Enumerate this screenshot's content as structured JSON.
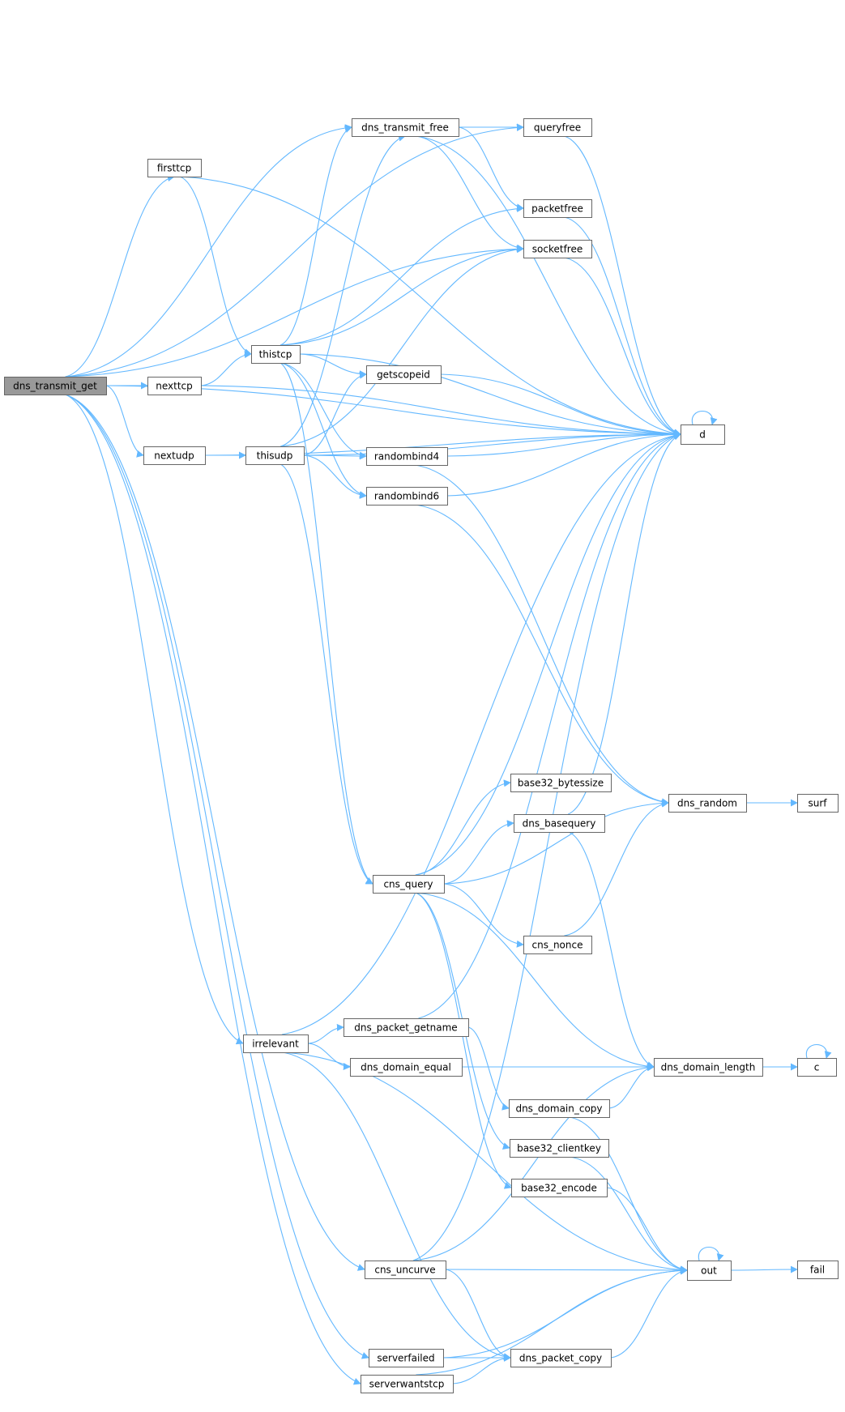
{
  "colors": {
    "edge": "#63b8ff",
    "node_fill": "#ffffff",
    "node_border": "#666666",
    "root_fill": "#999999",
    "text": "#000000"
  },
  "graph": {
    "root": "dns_transmit_get",
    "nodes": [
      {
        "id": "dns_transmit_get",
        "label": "dns_transmit_get"
      },
      {
        "id": "d",
        "label": "d"
      },
      {
        "id": "queryfree",
        "label": "queryfree"
      },
      {
        "id": "dns_transmit_free",
        "label": "dns_transmit_free"
      },
      {
        "id": "firsttcp",
        "label": "firsttcp"
      },
      {
        "id": "packetfree",
        "label": "packetfree"
      },
      {
        "id": "socketfree",
        "label": "socketfree"
      },
      {
        "id": "thistcp",
        "label": "thistcp"
      },
      {
        "id": "getscopeid",
        "label": "getscopeid"
      },
      {
        "id": "nexttcp",
        "label": "nexttcp"
      },
      {
        "id": "nextudp",
        "label": "nextudp"
      },
      {
        "id": "thisudp",
        "label": "thisudp"
      },
      {
        "id": "randombind4",
        "label": "randombind4"
      },
      {
        "id": "randombind6",
        "label": "randombind6"
      },
      {
        "id": "base32_bytessize",
        "label": "base32_bytessize"
      },
      {
        "id": "dns_random",
        "label": "dns_random"
      },
      {
        "id": "surf",
        "label": "surf"
      },
      {
        "id": "dns_basequery",
        "label": "dns_basequery"
      },
      {
        "id": "cns_query",
        "label": "cns_query"
      },
      {
        "id": "cns_nonce",
        "label": "cns_nonce"
      },
      {
        "id": "dns_packet_getname",
        "label": "dns_packet_getname"
      },
      {
        "id": "irrelevant",
        "label": "irrelevant"
      },
      {
        "id": "dns_domain_equal",
        "label": "dns_domain_equal"
      },
      {
        "id": "dns_domain_length",
        "label": "dns_domain_length"
      },
      {
        "id": "c",
        "label": "c"
      },
      {
        "id": "dns_domain_copy",
        "label": "dns_domain_copy"
      },
      {
        "id": "base32_clientkey",
        "label": "base32_clientkey"
      },
      {
        "id": "base32_encode",
        "label": "base32_encode"
      },
      {
        "id": "cns_uncurve",
        "label": "cns_uncurve"
      },
      {
        "id": "out",
        "label": "out"
      },
      {
        "id": "fail",
        "label": "fail"
      },
      {
        "id": "serverfailed",
        "label": "serverfailed"
      },
      {
        "id": "dns_packet_copy",
        "label": "dns_packet_copy"
      },
      {
        "id": "serverwantstcp",
        "label": "serverwantstcp"
      }
    ],
    "edges": [
      [
        "dns_transmit_get",
        "d"
      ],
      [
        "dns_transmit_get",
        "queryfree"
      ],
      [
        "dns_transmit_get",
        "dns_transmit_free"
      ],
      [
        "dns_transmit_get",
        "firsttcp"
      ],
      [
        "dns_transmit_get",
        "socketfree"
      ],
      [
        "dns_transmit_get",
        "nexttcp"
      ],
      [
        "dns_transmit_get",
        "nextudp"
      ],
      [
        "dns_transmit_get",
        "irrelevant"
      ],
      [
        "dns_transmit_get",
        "cns_uncurve"
      ],
      [
        "dns_transmit_get",
        "serverfailed"
      ],
      [
        "dns_transmit_get",
        "serverwantstcp"
      ],
      [
        "firsttcp",
        "d"
      ],
      [
        "firsttcp",
        "thistcp"
      ],
      [
        "dns_transmit_free",
        "queryfree"
      ],
      [
        "dns_transmit_free",
        "d"
      ],
      [
        "dns_transmit_free",
        "packetfree"
      ],
      [
        "dns_transmit_free",
        "socketfree"
      ],
      [
        "queryfree",
        "d"
      ],
      [
        "packetfree",
        "d"
      ],
      [
        "socketfree",
        "d"
      ],
      [
        "nexttcp",
        "thistcp"
      ],
      [
        "nexttcp",
        "d"
      ],
      [
        "nextudp",
        "thisudp"
      ],
      [
        "nextudp",
        "d"
      ],
      [
        "thistcp",
        "dns_transmit_free"
      ],
      [
        "thistcp",
        "packetfree"
      ],
      [
        "thistcp",
        "socketfree"
      ],
      [
        "thistcp",
        "d"
      ],
      [
        "thistcp",
        "getscopeid"
      ],
      [
        "thistcp",
        "randombind4"
      ],
      [
        "thistcp",
        "randombind6"
      ],
      [
        "thistcp",
        "cns_query"
      ],
      [
        "thisudp",
        "dns_transmit_free"
      ],
      [
        "thisudp",
        "socketfree"
      ],
      [
        "thisudp",
        "getscopeid"
      ],
      [
        "thisudp",
        "randombind4"
      ],
      [
        "thisudp",
        "randombind6"
      ],
      [
        "thisudp",
        "d"
      ],
      [
        "thisudp",
        "cns_query"
      ],
      [
        "getscopeid",
        "d"
      ],
      [
        "randombind4",
        "d"
      ],
      [
        "randombind4",
        "dns_random"
      ],
      [
        "randombind6",
        "d"
      ],
      [
        "randombind6",
        "dns_random"
      ],
      [
        "d",
        "d"
      ],
      [
        "dns_random",
        "surf"
      ],
      [
        "cns_query",
        "d"
      ],
      [
        "cns_query",
        "base32_bytessize"
      ],
      [
        "cns_query",
        "dns_basequery"
      ],
      [
        "cns_query",
        "cns_nonce"
      ],
      [
        "cns_query",
        "dns_random"
      ],
      [
        "cns_query",
        "dns_domain_length"
      ],
      [
        "cns_query",
        "base32_clientkey"
      ],
      [
        "cns_query",
        "base32_encode"
      ],
      [
        "dns_basequery",
        "d"
      ],
      [
        "dns_basequery",
        "dns_domain_length"
      ],
      [
        "cns_nonce",
        "dns_random"
      ],
      [
        "irrelevant",
        "d"
      ],
      [
        "irrelevant",
        "dns_packet_getname"
      ],
      [
        "irrelevant",
        "dns_domain_equal"
      ],
      [
        "irrelevant",
        "out"
      ],
      [
        "irrelevant",
        "dns_packet_copy"
      ],
      [
        "dns_packet_getname",
        "d"
      ],
      [
        "dns_packet_getname",
        "dns_domain_copy"
      ],
      [
        "dns_domain_equal",
        "dns_domain_length"
      ],
      [
        "dns_domain_length",
        "c"
      ],
      [
        "c",
        "c"
      ],
      [
        "dns_domain_copy",
        "dns_domain_length"
      ],
      [
        "dns_domain_copy",
        "out"
      ],
      [
        "base32_clientkey",
        "out"
      ],
      [
        "base32_encode",
        "out"
      ],
      [
        "cns_uncurve",
        "d"
      ],
      [
        "cns_uncurve",
        "dns_domain_length"
      ],
      [
        "cns_uncurve",
        "out"
      ],
      [
        "cns_uncurve",
        "dns_packet_copy"
      ],
      [
        "out",
        "out"
      ],
      [
        "out",
        "fail"
      ],
      [
        "serverfailed",
        "dns_packet_copy"
      ],
      [
        "serverfailed",
        "out"
      ],
      [
        "serverwantstcp",
        "dns_packet_copy"
      ],
      [
        "serverwantstcp",
        "out"
      ],
      [
        "dns_packet_copy",
        "out"
      ]
    ]
  }
}
